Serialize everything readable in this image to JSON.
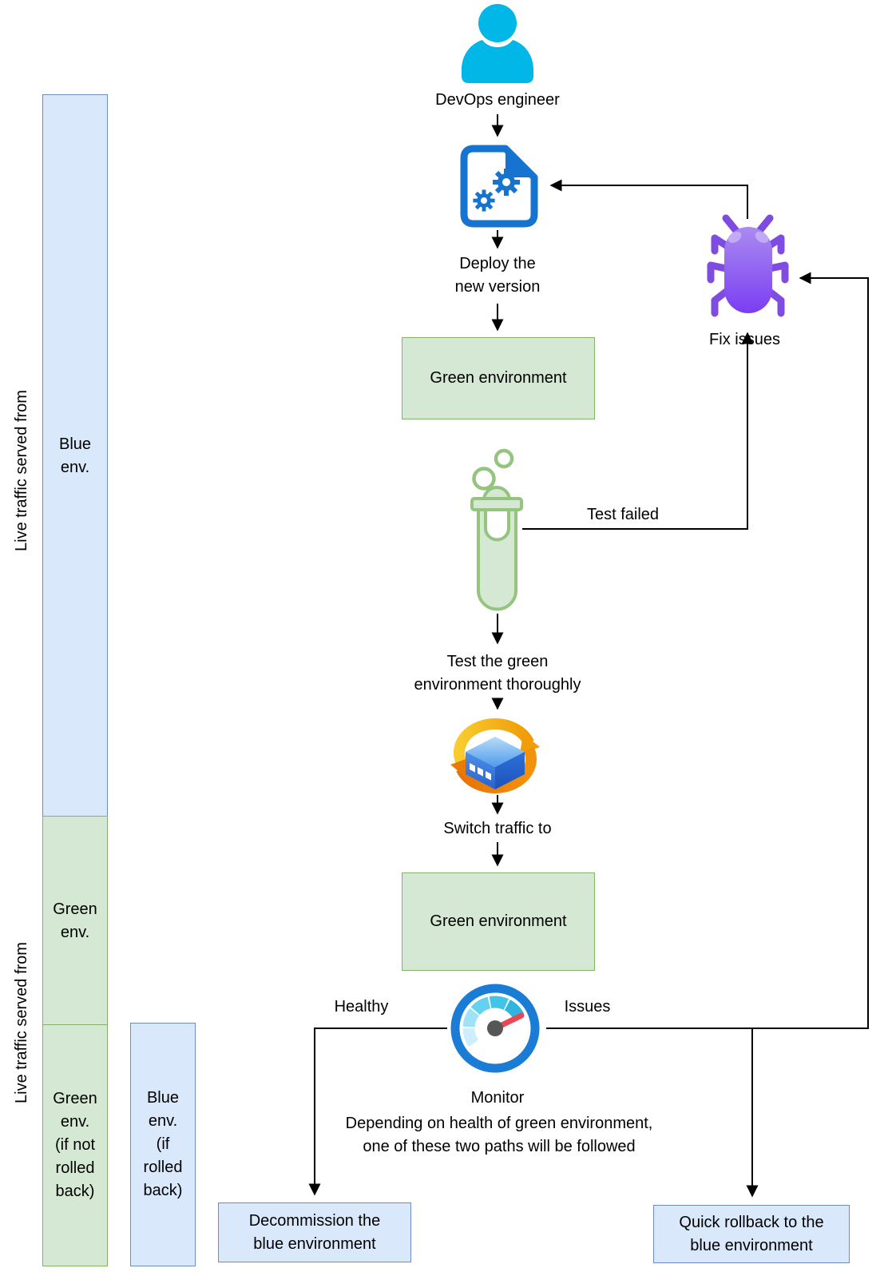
{
  "flow": {
    "actor_label": "DevOps engineer",
    "deploy_label": "Deploy the\nnew version",
    "green_env_top": "Green environment",
    "test_label": "Test the green\nenvironment thoroughly",
    "switch_label": "Switch traffic to",
    "green_env_bottom": "Green environment",
    "monitor_label": "Monitor",
    "monitor_note": "Depending on health of green environment,\none of these two paths will be followed",
    "decommission_label": "Decommission the\nblue environment",
    "rollback_label": "Quick rollback to the\nblue environment",
    "fix_issues_label": "Fix issues"
  },
  "edges": {
    "test_failed": "Test failed",
    "healthy": "Healthy",
    "issues": "Issues"
  },
  "sidebar": {
    "top_label": "Live traffic served from",
    "bottom_label": "Live traffic served from",
    "blue_env": "Blue\nenv.",
    "green_env": "Green\nenv.",
    "green_env_conditional": "Green\nenv.\n(if not\nrolled\nback)",
    "blue_env_conditional": "Blue\nenv.\n(if\nrolled\nback)"
  },
  "icons": {
    "devops_engineer": "person-icon",
    "deployment": "document-gears-icon",
    "testing": "test-tube-icon",
    "defect": "bug-icon",
    "switch": "sync-switch-icon",
    "monitoring": "gauge-icon"
  },
  "colors": {
    "green_fill": "#d5e8d4",
    "green_border": "#82b366",
    "blue_fill": "#dae8fc",
    "blue_border": "#6c8ebf",
    "person_cyan": "#00b7e8",
    "document_blue": "#1673cf",
    "bug_purple": "#8a5cf0",
    "tube_green": "#94c47d",
    "switch_orange": "#f2a50c",
    "switch_box_blue": "#3f83dd",
    "gauge_ring": "#1b7cd6",
    "needle_red": "#e84855",
    "connector": "#000000"
  }
}
